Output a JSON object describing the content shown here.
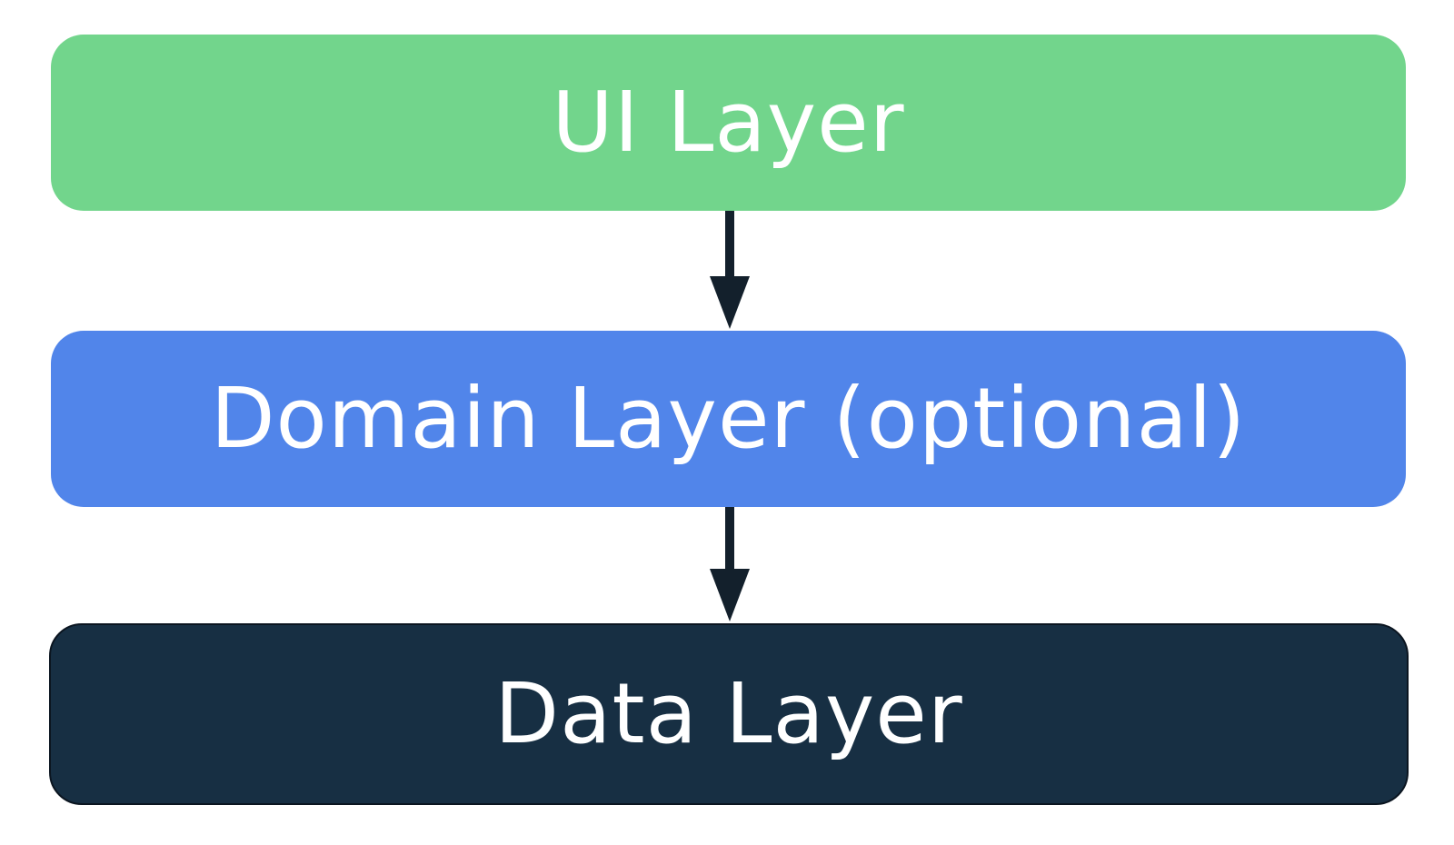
{
  "diagram": {
    "layers": [
      {
        "id": "ui",
        "label": "UI Layer",
        "color": "#72d58c"
      },
      {
        "id": "domain",
        "label": "Domain Layer (optional)",
        "color": "#5185ea"
      },
      {
        "id": "data",
        "label": "Data Layer",
        "color": "#172f43"
      }
    ],
    "arrows": [
      {
        "from": "ui",
        "to": "domain",
        "color": "#13202c"
      },
      {
        "from": "domain",
        "to": "data",
        "color": "#13202c"
      }
    ]
  }
}
